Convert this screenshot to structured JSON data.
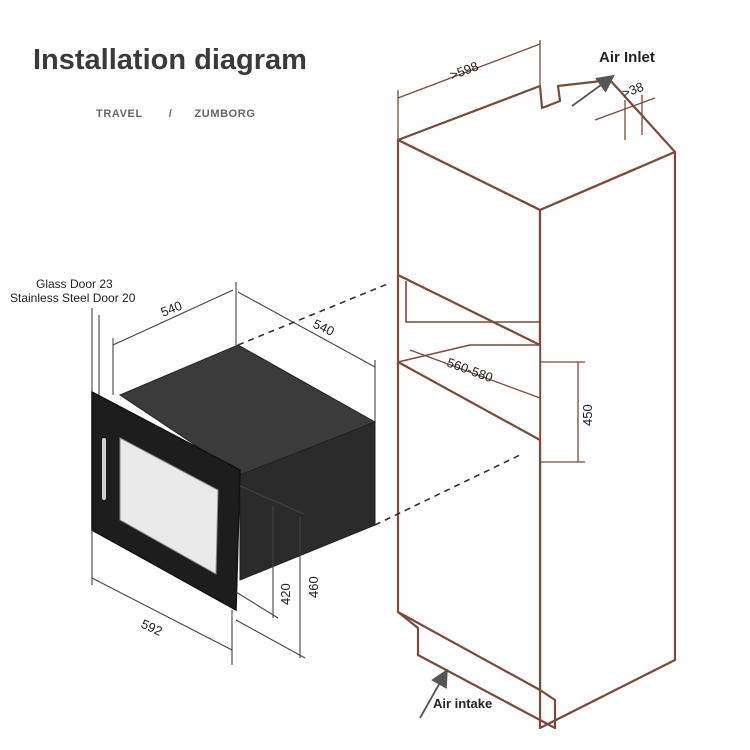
{
  "title": "Installation diagram",
  "brand": {
    "left": "TRAVEL",
    "separator": "/",
    "right": "ZUMBORG"
  },
  "door_notes": {
    "glass": "Glass Door 23",
    "steel": "Stainless Steel Door 20"
  },
  "air": {
    "inlet": "Air Inlet",
    "intake": "Air intake"
  },
  "dimensions": {
    "cabinet_width": ">598",
    "vent_depth": ">38",
    "niche_depth": "560-580",
    "niche_height": "450",
    "oven_width_top": "540",
    "oven_depth": "540",
    "oven_front_width": "592",
    "oven_body_height": "420",
    "oven_total_height": "460"
  },
  "colors": {
    "cabinet_outline": "#7a4a3a",
    "oven_body": "#2b2b2b",
    "oven_top": "#3b3b3b",
    "glass": "#e9e9e9",
    "dimension_line": "#7a4a3a"
  }
}
